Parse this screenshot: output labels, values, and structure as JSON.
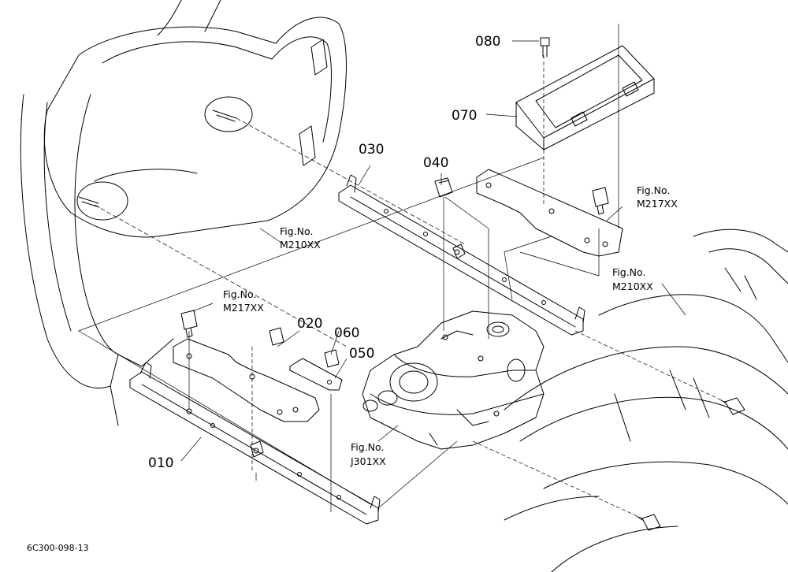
{
  "diagram": {
    "callouts": [
      {
        "id": "p080",
        "label": "080"
      },
      {
        "id": "p070",
        "label": "070"
      },
      {
        "id": "p030",
        "label": "030"
      },
      {
        "id": "p040",
        "label": "040"
      },
      {
        "id": "p020",
        "label": "020"
      },
      {
        "id": "p060",
        "label": "060"
      },
      {
        "id": "p050",
        "label": "050"
      },
      {
        "id": "p010",
        "label": "010"
      }
    ],
    "figure_refs": [
      {
        "id": "ref_m217_right",
        "line1": "Fig.No.",
        "line2": "M217XX"
      },
      {
        "id": "ref_m210_left",
        "line1": "Fig.No.",
        "line2": "M210XX"
      },
      {
        "id": "ref_m210_right",
        "line1": "Fig.No.",
        "line2": "M210XX"
      },
      {
        "id": "ref_m217_left",
        "line1": "Fig.No.",
        "line2": "M217XX"
      },
      {
        "id": "ref_j301",
        "line1": "Fig.No.",
        "line2": "J301XX"
      }
    ],
    "drawing_code": "6C300-098-13"
  }
}
